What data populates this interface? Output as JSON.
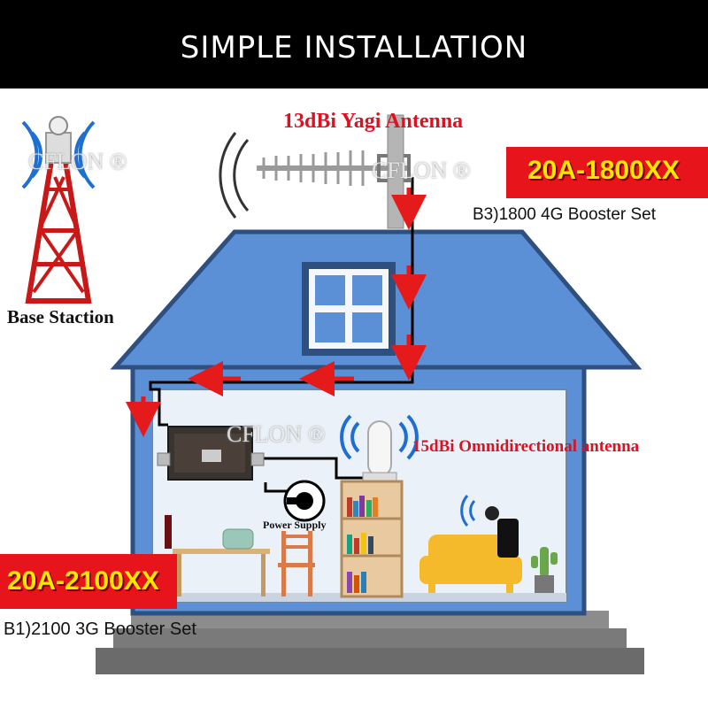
{
  "header": {
    "title": "SIMPLE INSTALLATION"
  },
  "labels": {
    "yagi_antenna": "13dBi Yagi Antenna",
    "omni_antenna": "15dBi Omnidirectional antenna",
    "base_station": "Base Staction",
    "power_supply": "Power Supply"
  },
  "models": {
    "top": {
      "name": "20A-1800XX",
      "desc": "B3)1800 4G Booster Set"
    },
    "bottom": {
      "name": "20A-2100XX",
      "desc": "B1)2100  3G Booster Set"
    }
  },
  "watermark": "CFLON ®",
  "colors": {
    "header_bg": "#000000",
    "house_fill": "#5b8fd6",
    "house_stroke": "#2f4f7f",
    "banner_red": "#e8141c",
    "banner_text": "#ffe600",
    "label_red": "#e01020",
    "arrow_red": "#e51b1b"
  }
}
